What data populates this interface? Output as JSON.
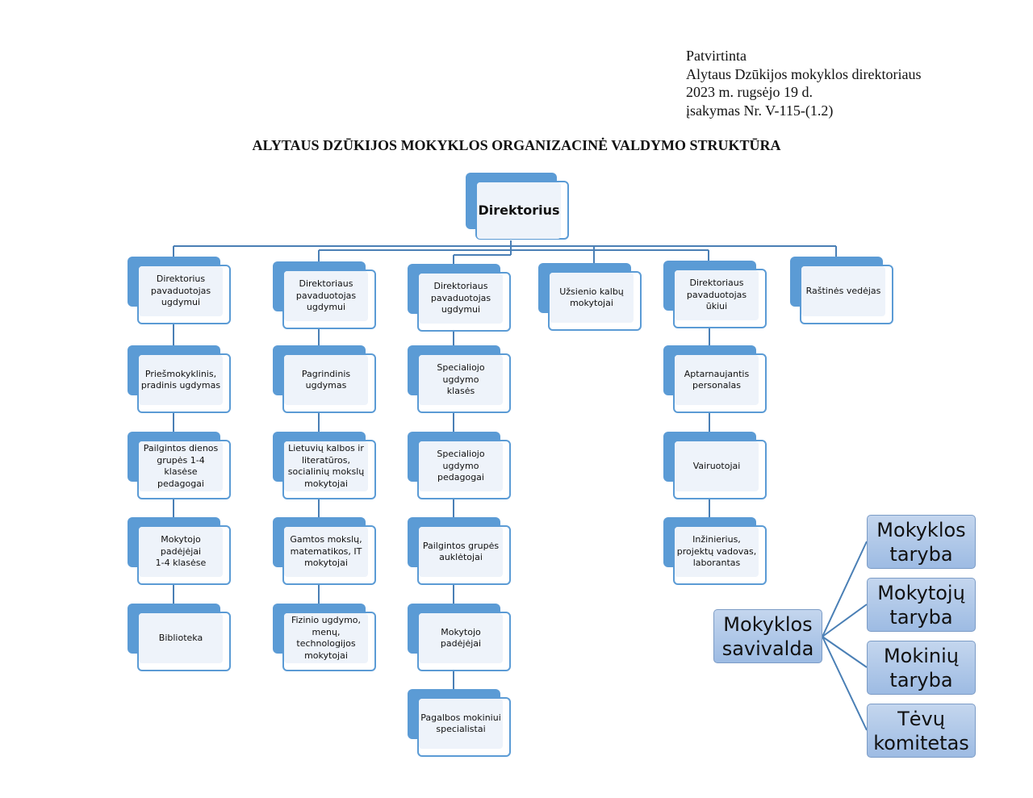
{
  "approval": [
    "Patvirtinta",
    "Alytaus Dzūkijos mokyklos direktoriaus",
    "2023 m. rugsėjo 19 d.",
    "įsakymas Nr. V-115-(1.2)"
  ],
  "title": "ALYTAUS DZŪKIJOS MOKYKLOS ORGANIZACINĖ VALDYMO STRUKTŪRA",
  "director": "Direktorius",
  "columns": [
    [
      "Direktorius\npavaduotojas\nugdymui",
      "Priešmokyklinis,\npradinis ugdymas",
      "Pailgintos dienos\ngrupės 1-4 klasėse\npedagogai",
      "Mokytojo padėjėjai\n1-4 klasėse",
      "Biblioteka"
    ],
    [
      "Direktoriaus\npavaduotojas\nugdymui",
      "Pagrindinis\nugdymas",
      "Lietuvių kalbos ir\nliteratūros,\nsocialinių mokslų\nmokytojai",
      "Gamtos mokslų,\nmatematikos, IT\nmokytojai",
      "Fizinio ugdymo,\nmenų,\ntechnologijos\nmokytojai"
    ],
    [
      "Direktoriaus\npavaduotojas\nugdymui",
      "Specialiojo ugdymo\nklasės",
      "Specialiojo ugdymo\npedagogai",
      "Pailgintos grupės\nauklėtojai",
      "Mokytojo padėjėjai",
      "Pagalbos mokiniui\nspecialistai"
    ],
    [
      "Užsienio kalbų\nmokytojai"
    ],
    [
      "Direktoriaus\npavaduotojas ūkiui",
      "Aptarnaujantis\npersonalas",
      "Vairuotojai",
      "Inžinierius,\nprojektų vadovas,\nlaborantas"
    ],
    [
      "Raštinės vedėjas"
    ]
  ],
  "self_government": {
    "root": "Mokyklos\nsavivalda",
    "children": [
      "Mokyklos\ntaryba",
      "Mokytojų\ntaryba",
      "Mokinių\ntaryba",
      "Tėvų\nkomitetas"
    ]
  }
}
